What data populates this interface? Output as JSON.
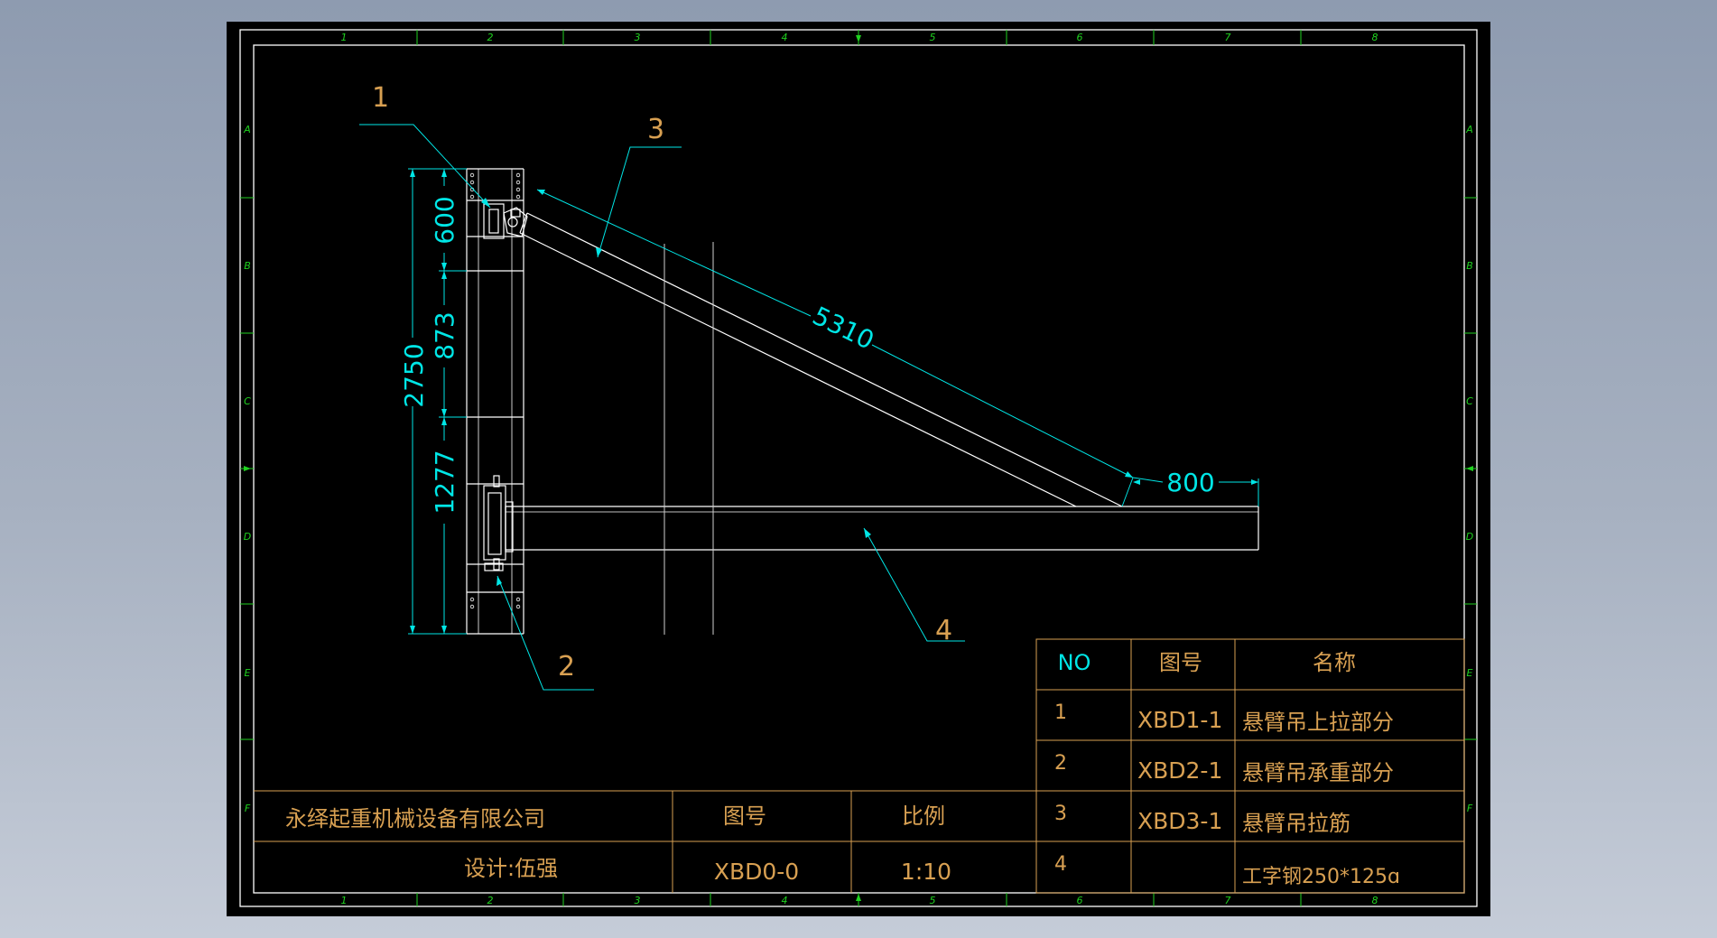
{
  "colors": {
    "background_gradient": [
      "#8e9bb0",
      "#c5ccd8"
    ],
    "sheet": "#000000",
    "frame": "#ffffff",
    "grid_marks": "#1fd11f",
    "title_block": "#d8a052",
    "dimension": "#00e6e6",
    "drawing": "#ffffff",
    "leader_label": "#d8a052",
    "center_lines": "#cfcfcf"
  },
  "grid": {
    "columns": [
      "1",
      "2",
      "3",
      "4",
      "5",
      "6",
      "7",
      "8"
    ],
    "rows": [
      "A",
      "B",
      "C",
      "D",
      "E",
      "F"
    ]
  },
  "dimensions": {
    "d2750": "2750",
    "d600": "600",
    "d873": "873",
    "d1277": "1277",
    "d5310": "5310",
    "d800": "800"
  },
  "callouts": {
    "c1": "1",
    "c2": "2",
    "c3": "3",
    "c4": "4"
  },
  "parts_table": {
    "headers": {
      "no": "NO",
      "drawing_no": "图号",
      "name": "名称"
    },
    "rows": [
      {
        "no": "1",
        "drawing_no": "XBD1-1",
        "name": "悬臂吊上拉部分"
      },
      {
        "no": "2",
        "drawing_no": "XBD2-1",
        "name": "悬臂吊承重部分"
      },
      {
        "no": "3",
        "drawing_no": "XBD3-1",
        "name": "悬臂吊拉筋"
      },
      {
        "no": "4",
        "drawing_no": "",
        "name": "工字钢250*125ɑ"
      }
    ]
  },
  "title_block": {
    "company": "永绎起重机械设备有限公司",
    "designer": "设计:伍强",
    "drawing_no_label": "图号",
    "drawing_no": "XBD0-0",
    "scale_label": "比例",
    "scale": "1:10"
  }
}
